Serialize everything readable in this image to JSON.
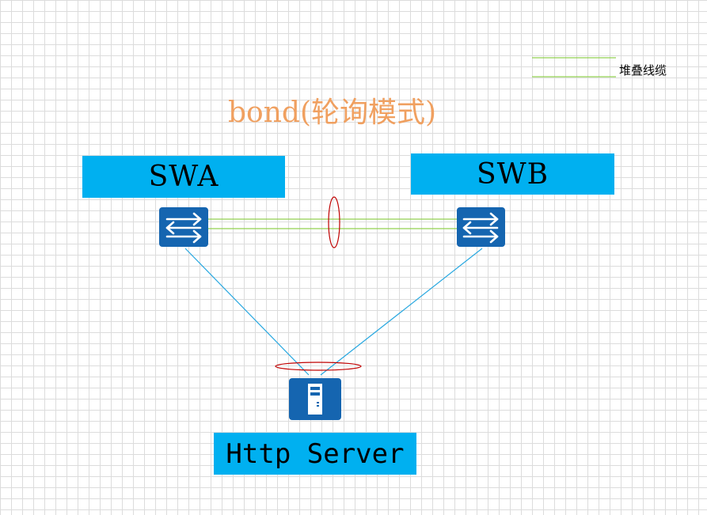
{
  "title": "bond(轮询模式)",
  "legend": {
    "label": "堆叠线缆",
    "line_color": "#92d050"
  },
  "nodes": {
    "swa": {
      "label": "SWA",
      "icon": "switch-icon"
    },
    "swb": {
      "label": "SWB",
      "icon": "switch-icon"
    },
    "server": {
      "label": "Http Server",
      "icon": "server-icon"
    }
  },
  "colors": {
    "label_box": "#00b0f0",
    "device": "#1565b0",
    "link": "#29a8e0",
    "stack_link": "#92d050",
    "bond_ellipse": "#c00000",
    "title": "#f0a060"
  }
}
